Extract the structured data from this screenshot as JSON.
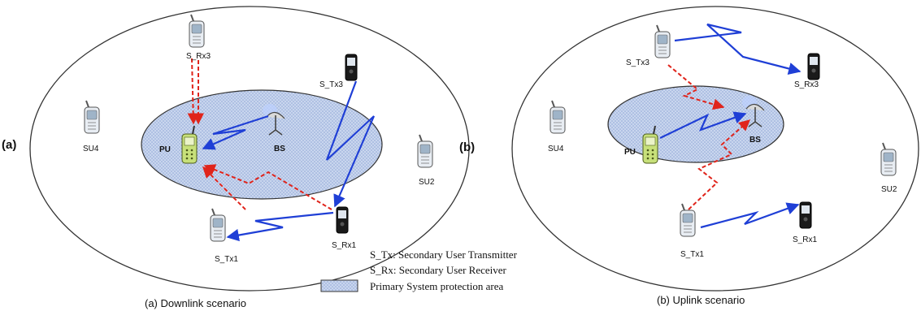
{
  "panel_a": {
    "marker": "(a)",
    "caption": "(a) Downlink scenario",
    "labels": {
      "s_rx3": "S_Rx3",
      "s_tx3": "S_Tx3",
      "su4": "SU4",
      "pu": "PU",
      "bs": "BS",
      "su2": "SU2",
      "s_tx1": "S_Tx1",
      "s_rx1": "S_Rx1"
    }
  },
  "panel_b": {
    "marker": "(b)",
    "caption": "(b) Uplink scenario",
    "labels": {
      "s_tx3": "S_Tx3",
      "s_rx3": "S_Rx3",
      "su4": "SU4",
      "pu": "PU",
      "bs": "BS",
      "su2": "SU2",
      "s_tx1": "S_Tx1",
      "s_rx1": "S_Rx1"
    }
  },
  "legend": {
    "line1": "S_Tx: Secondary User Transmitter",
    "line2": "S_Rx: Secondary User Receiver",
    "line3": "Primary System protection area"
  },
  "colors": {
    "signal": "#1f3fd6",
    "interference": "#e0241b",
    "protection_fill": "#b9c9e6"
  }
}
